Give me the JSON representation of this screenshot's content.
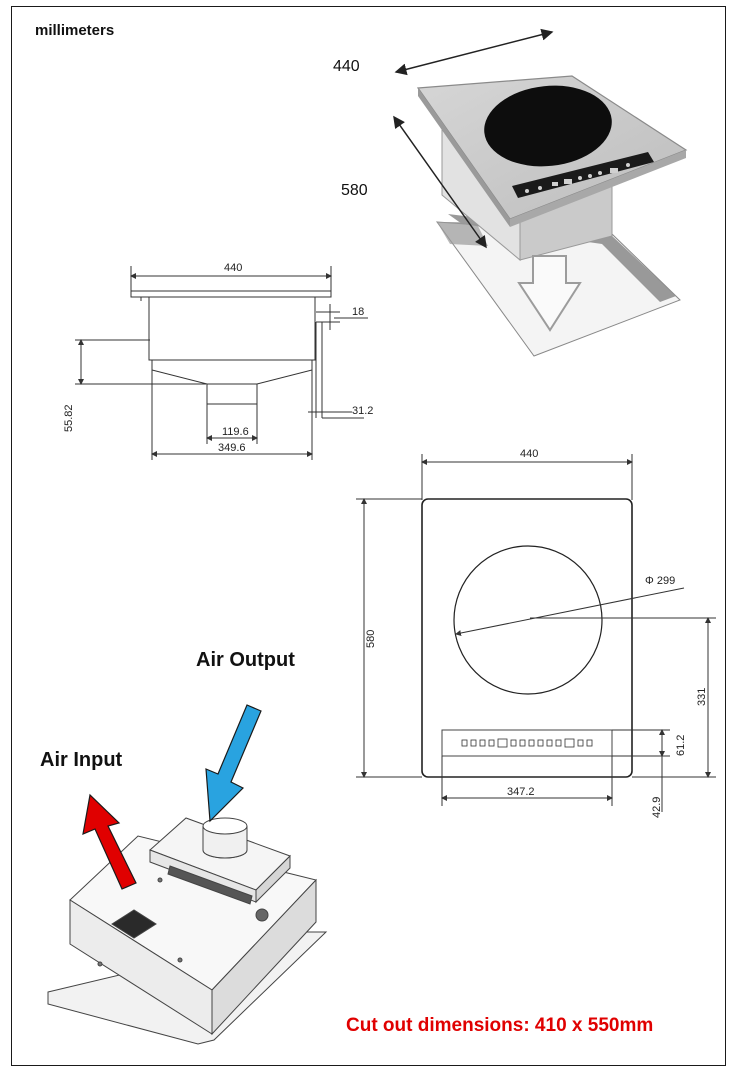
{
  "units_label": "millimeters",
  "iso_view": {
    "width_label": "440",
    "depth_label": "580"
  },
  "side_view": {
    "width": "440",
    "top_thickness": "18",
    "side_offset": "31.2",
    "duct_width": "119.6",
    "body_width": "349.6",
    "height": "55.82"
  },
  "top_view": {
    "width": "440",
    "height": "580",
    "diameter": "Φ 299",
    "center_offset": "331",
    "panel_height": "61.2",
    "panel_offset": "42.9",
    "panel_width": "347.2"
  },
  "airflow": {
    "output_label": "Air Output",
    "input_label": "Air Input",
    "output_color": "#29a3e0",
    "input_color": "#e00000"
  },
  "cutout_note": "Cut out dimensions: 410 x 550mm"
}
